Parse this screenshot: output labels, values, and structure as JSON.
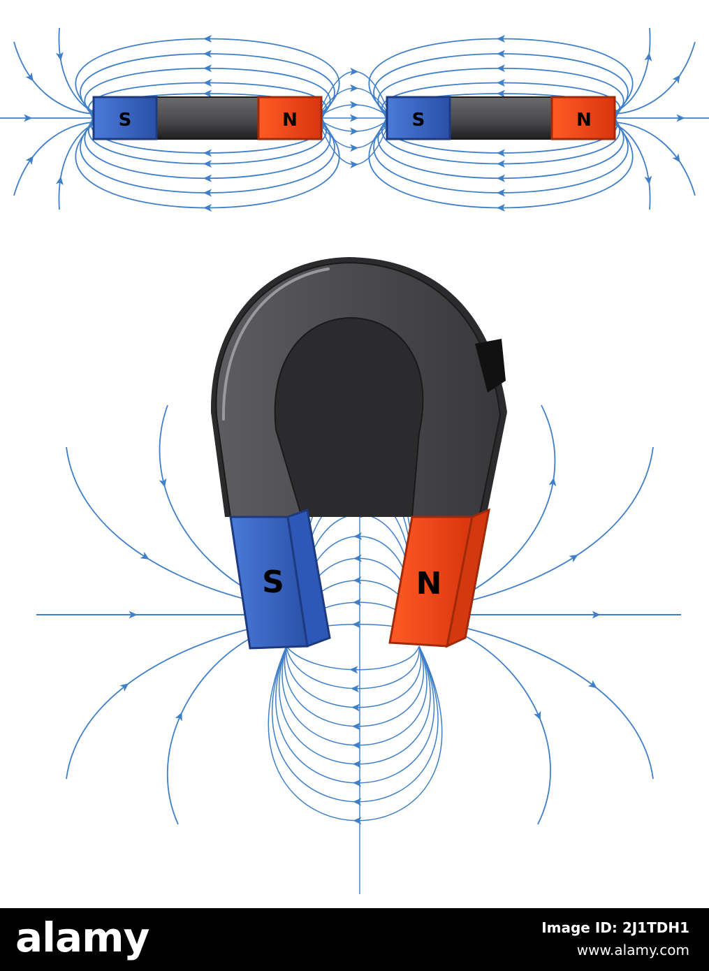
{
  "colors": {
    "field_line": "#3f7fc8",
    "south_pole": "#2f5fc0",
    "north_pole": "#e8471c",
    "magnet_body": "#4a4a4c",
    "footer_bg": "#000000"
  },
  "bar_magnets": [
    {
      "south_label": "S",
      "north_label": "N"
    },
    {
      "south_label": "S",
      "north_label": "N"
    }
  ],
  "horseshoe_magnet": {
    "south_label": "S",
    "north_label": "N"
  },
  "watermark": {
    "brand": "alamy",
    "image_id": "Image ID: 2J1TDH1",
    "url": "www.alamy.com"
  }
}
